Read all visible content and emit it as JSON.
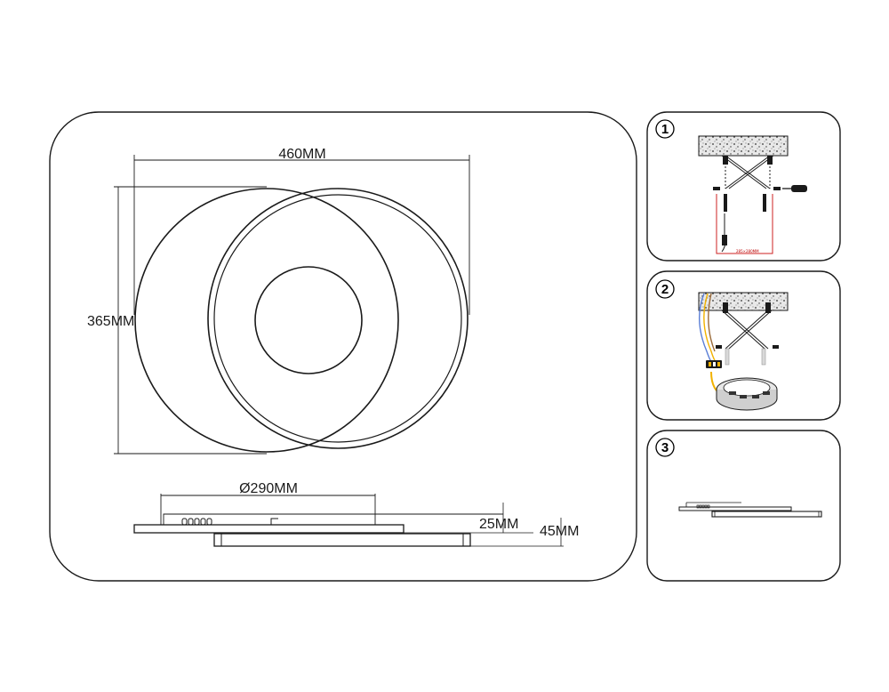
{
  "main_drawing": {
    "dim_width": "460MM",
    "dim_height": "365MM",
    "dim_diameter": "Ø290MM",
    "dim_base_height": "25MM",
    "dim_total_height": "45MM"
  },
  "steps": [
    {
      "number": "1",
      "note": "285×280MM"
    },
    {
      "number": "2"
    },
    {
      "number": "3"
    }
  ],
  "colors": {
    "line": "#1a1a1a",
    "accent_red": "#cc2222",
    "wire_yellow": "#f2b200",
    "wire_blue": "#5b7fd6",
    "wire_brown": "#9b6b3a"
  }
}
